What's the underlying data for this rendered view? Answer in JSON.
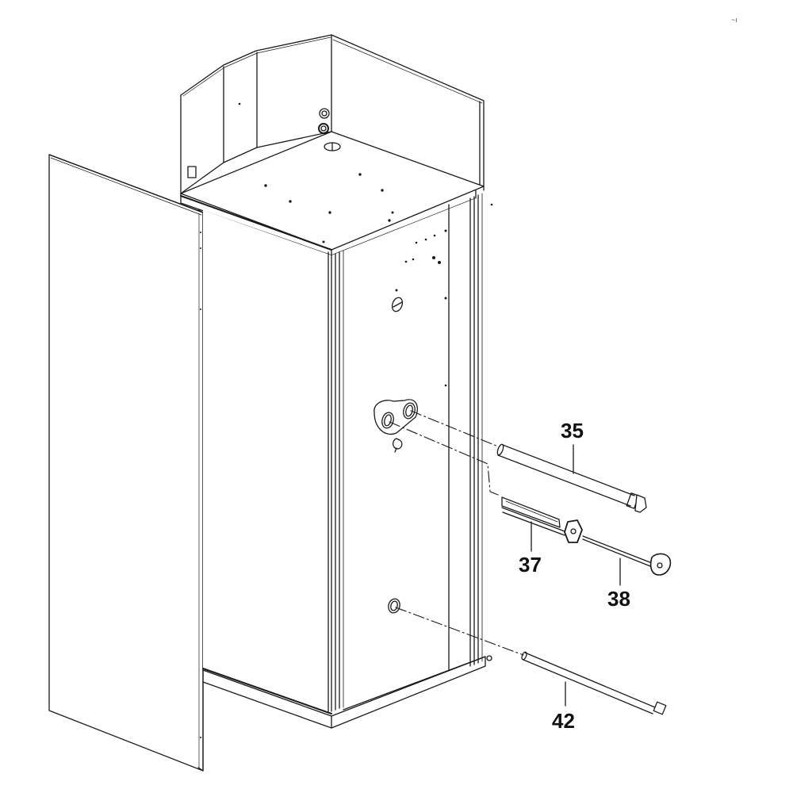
{
  "diagram": {
    "type": "exploded-parts-diagram",
    "subject": "water heater cabinet",
    "line_color": "#1a1a1a",
    "background": "#ffffff"
  },
  "corner_mark": "~ı",
  "callouts": [
    {
      "id": "35",
      "label": "35",
      "part": "long tube (upper)"
    },
    {
      "id": "37",
      "label": "37",
      "part": "heating element with flange"
    },
    {
      "id": "38",
      "label": "38",
      "part": "thermostat rod with cap"
    },
    {
      "id": "42",
      "label": "42",
      "part": "long tube (lower)"
    }
  ]
}
